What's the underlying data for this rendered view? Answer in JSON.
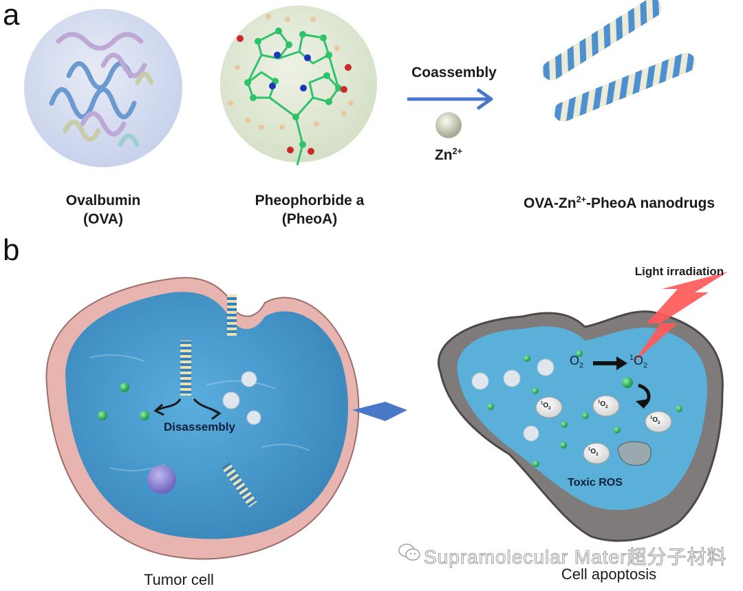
{
  "panel_a": {
    "letter": "a",
    "ova": {
      "line1": "Ovalbumin",
      "line2": "(OVA)"
    },
    "pheoa": {
      "line1": "Pheophorbide a",
      "line2": "(PheoA)"
    },
    "arrow_label": "Coassembly",
    "zinc": {
      "base": "Zn",
      "charge": "2+"
    },
    "product": {
      "part1": "OVA-Zn",
      "charge": "2+",
      "part2": "-PheoA nanodrugs"
    }
  },
  "panel_b": {
    "letter": "b",
    "tumor_cell": {
      "caption": "Tumor cell",
      "process_label": "Disassembly"
    },
    "apoptosis_cell": {
      "caption": "Cell apoptosis",
      "light_label": "Light irradiation",
      "reaction": {
        "reactant": "O",
        "reactant_sub": "2",
        "product_sup": "1",
        "product": "O",
        "product_sub": "2"
      },
      "ros_bubble": {
        "sup": "1",
        "base": "O",
        "sub": "2"
      },
      "ros_label": "Toxic ROS"
    }
  },
  "watermark": {
    "text": "Supramolecular Mater超分子材料"
  },
  "colors": {
    "arrow_blue": "#4a78c8",
    "cytoplasm_blue": "#4a9ccc",
    "membrane_pink": "#e8b4b0",
    "dead_membrane_gray": "#7d7878",
    "lightning_red": "#ff5a5a",
    "molecule_green": "#2ec26a"
  }
}
